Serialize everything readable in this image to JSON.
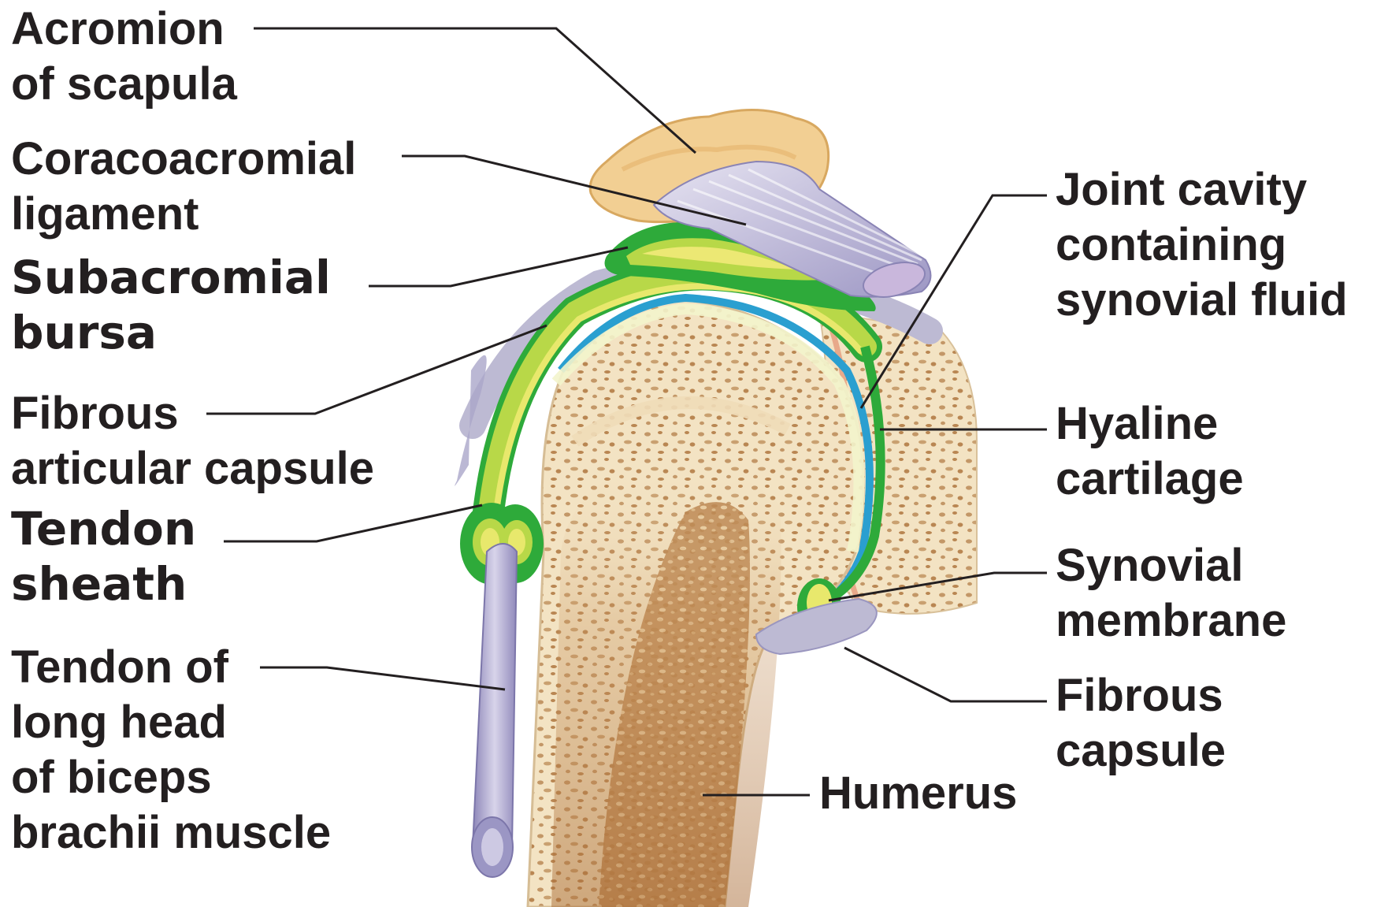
{
  "colors": {
    "label_text": "#231f20",
    "leader_line": "#231f20",
    "bone": "#f3e3c3",
    "spongy_bone": "#b98652",
    "acromion": "#f2cf93",
    "synovial_green": "#2eaa3a",
    "bursa_yellow": "#e9e46a",
    "hyaline_blue": "#2a9fd0",
    "ligament_lavender": "#c9c6df"
  },
  "labels": {
    "acromion": {
      "lines": [
        "Acromion",
        "of scapula"
      ]
    },
    "coracoacromial": {
      "lines": [
        "Coracoacromial",
        "ligament"
      ]
    },
    "subacromial": {
      "lines": [
        "Subacromial",
        "bursa"
      ]
    },
    "fibrous_articular": {
      "lines": [
        "Fibrous",
        "articular capsule"
      ]
    },
    "tendon_sheath": {
      "lines": [
        "Tendon",
        "sheath"
      ]
    },
    "biceps_tendon": {
      "lines": [
        "Tendon of",
        "long head",
        "of biceps",
        "brachii muscle"
      ]
    },
    "joint_cavity": {
      "lines": [
        "Joint cavity",
        "containing",
        "synovial fluid"
      ]
    },
    "hyaline": {
      "lines": [
        "Hyaline",
        "cartilage"
      ]
    },
    "synovial_membrane": {
      "lines": [
        "Synovial",
        "membrane"
      ]
    },
    "fibrous_capsule": {
      "lines": [
        "Fibrous",
        "capsule"
      ]
    },
    "humerus": {
      "lines": [
        "Humerus"
      ]
    }
  }
}
